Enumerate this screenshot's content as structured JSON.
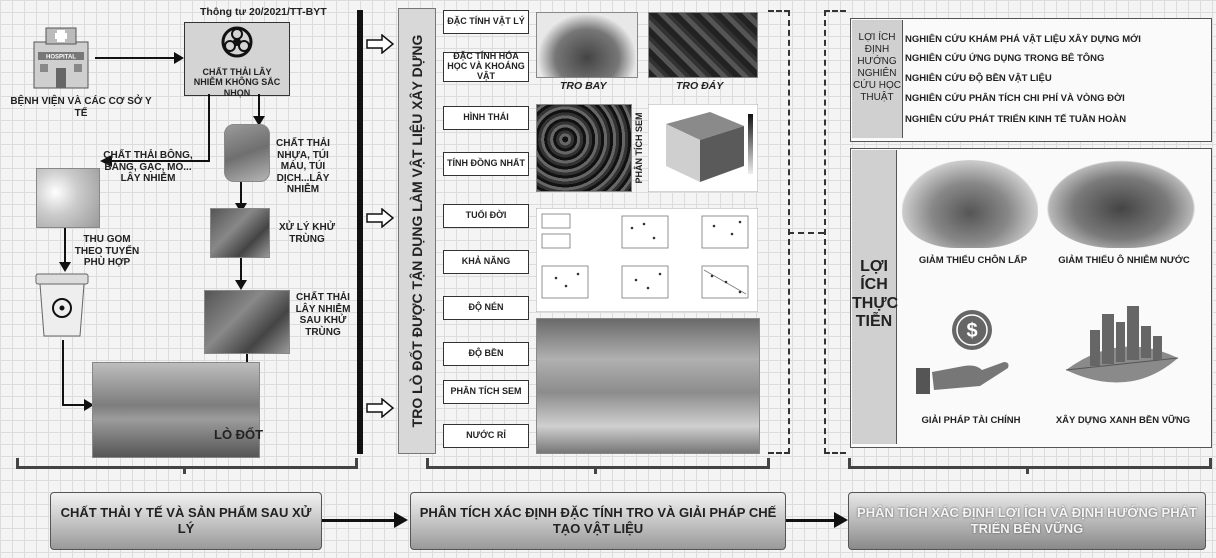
{
  "regulation_label": "Thông tư 20/2021/TT-BYT",
  "hospital_sign": "HOSPITAL",
  "panel1": {
    "hospital_label": "BỆNH VIỆN VÀ CÁC CƠ SỞ Y TẾ",
    "infectious_waste_box": "CHẤT THẢI LÂY NHIỄM KHÔNG SẮC NHỌN",
    "cotton_waste_label": "CHẤT THẢI BÔNG, BĂNG, GẠC, MÓ... LÂY NHIỄM",
    "plastic_waste_label": "CHẤT THẢI NHỰA, TÚI MÁU, TÚI DỊCH...LÂY NHIỄM",
    "collect_label": "THU GOM THEO TUYẾN PHÙ HỢP",
    "sterilize_label": "XỬ LÝ KHỬ TRÙNG",
    "post_sterile_label": "CHẤT THẢI LÂY NHIỄM SAU KHỬ TRÙNG",
    "incinerator_label": "LÒ ĐỐT"
  },
  "panel2": {
    "vertical_title": "TRO LÒ ĐỐT ĐƯỢC TẬN DỤNG LÀM VẬT LIỆU XÂY DỰNG",
    "properties": [
      "ĐẶC TÍNH VẬT LÝ",
      "ĐẶC TÍNH HÓA HỌC VÀ KHOÁNG VẬT",
      "HÌNH THÁI",
      "TÍNH ĐỒNG NHẤT",
      "TUỔI ĐỜI",
      "KHẢ NĂNG",
      "ĐỘ NÉN",
      "ĐỘ BỀN",
      "PHÂN TÍCH SEM",
      "NƯỚC RỈ"
    ],
    "fly_ash_label": "TRO BAY",
    "bottom_ash_label": "TRO ĐÁY",
    "sem_label": "PHÂN TÍCH SEM"
  },
  "panel3": {
    "academic_title": "LỢI ÍCH ĐỊNH HƯỚNG NGHIÊN CỨU HỌC THUẬT",
    "academic_items": [
      "NGHIÊN CỨU KHÁM PHÁ VẬT LIỆU XÂY DỰNG MỚI",
      "NGHIÊN CỨU ỨNG DỤNG TRONG BÊ TÔNG",
      "NGHIÊN CỨU ĐỘ BỀN VẬT LIỆU",
      "NGHIÊN CỨU PHÂN TÍCH CHI PHÍ VÀ VÒNG ĐỜI",
      "NGHIÊN CỨU PHÁT TRIỂN KINH TẾ TUẦN HOÀN"
    ],
    "practical_title": "LỢI ÍCH THỰC TIỄN",
    "practical_items": [
      "GIẢM THIỂU CHÔN LẤP",
      "GIẢM THIỂU Ô NHIỄM NƯỚC",
      "GIẢI PHÁP TÀI CHÍNH",
      "XÂY DỰNG XANH BỀN VỮNG"
    ]
  },
  "footer": {
    "step1": "CHẤT THẢI Y TẾ VÀ SẢN PHẨM SAU XỬ LÝ",
    "step2": "PHÂN TÍCH XÁC ĐỊNH ĐẶC TÍNH TRO VÀ GIẢI PHÁP CHẾ TẠO VẬT LIỆU",
    "step3": "PHÂN TÍCH XÁC ĐỊNH LỢI ÍCH VÀ ĐỊNH HƯỚNG PHÁT TRIỂN BỀN VỮNG"
  },
  "icons": [
    "hospital-icon",
    "biohazard-icon",
    "arrow-right-icon",
    "dollar-icon",
    "hand-icon",
    "city-leaf-icon"
  ]
}
